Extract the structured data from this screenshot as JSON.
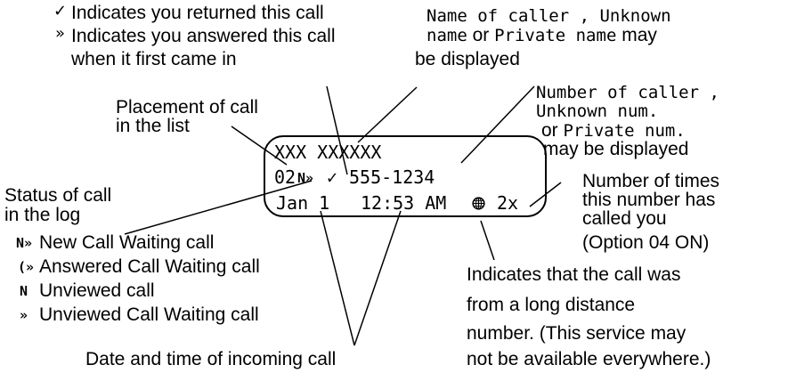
{
  "top_left": {
    "returned_icon": "checkmark-icon",
    "returned_text": "Indicates you returned this call",
    "answered_icon": "answered-call-icon",
    "answered_line1": "Indicates you answered this call",
    "answered_line2": "when it first came in"
  },
  "top_right": {
    "line1": "Name of caller , Unknown",
    "line2_part1": "name",
    "line2_part2": " or ",
    "line2_part3": "Private name",
    "line2_part4": " may",
    "line3": "be displayed"
  },
  "placement": {
    "line1": "Placement of call",
    "line2": "in the list"
  },
  "number_note": {
    "line1": "Number of caller ,",
    "line2": "Unknown num.",
    "line3_part1": "or ",
    "line3_part2": "Private num.",
    "line4": "may be displayed"
  },
  "display": {
    "name": "XXX XXXXXX",
    "position": "02",
    "status_symbol": "N»",
    "check": "✓",
    "number": "555-1234",
    "date": "Jan 1",
    "time": "12:53 AM",
    "globe_icon": "globe-icon",
    "count": "2x"
  },
  "status": {
    "heading_line1": "Status of call",
    "heading_line2": "in the log",
    "items": [
      {
        "icon": "new-call-waiting-icon",
        "symbol": "N»",
        "label": "New Call Waiting call"
      },
      {
        "icon": "answered-call-waiting-icon",
        "symbol": "(»",
        "label": "Answered Call Waiting call"
      },
      {
        "icon": "unviewed-call-icon",
        "symbol": "N",
        "label": "Unviewed call"
      },
      {
        "icon": "unviewed-call-waiting-icon",
        "symbol": "»",
        "label": "Unviewed Call Waiting call"
      }
    ]
  },
  "times_note": {
    "line1": "Number of times",
    "line2": "this number has",
    "line3": "called you",
    "line4": "(Option 04 ON)"
  },
  "long_distance": {
    "line1": "Indicates that the call was",
    "line2": "from a long distance",
    "line3": "number. (This service may",
    "line4": "not be available everywhere.)"
  },
  "datetime_label": "Date and time of incoming call"
}
